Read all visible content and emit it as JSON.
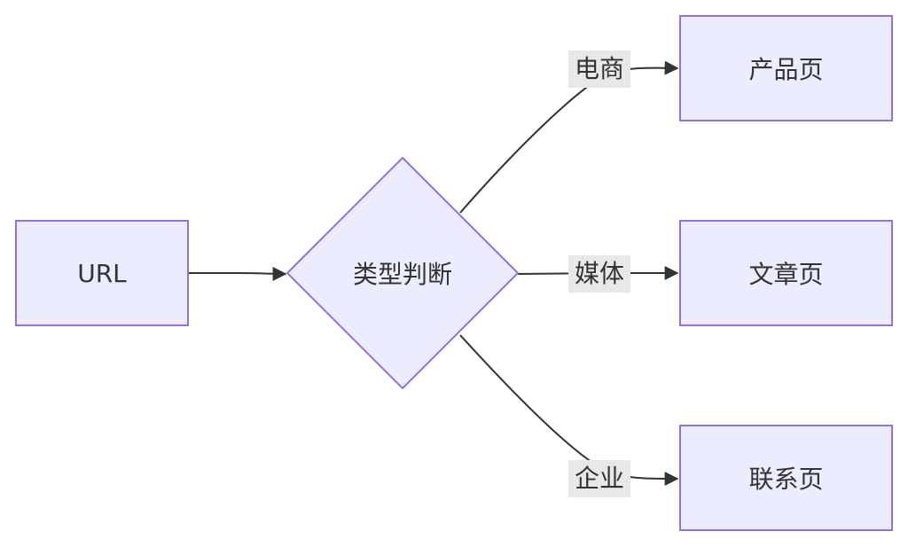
{
  "diagram": {
    "nodes": {
      "url": {
        "label": "URL"
      },
      "decision": {
        "label": "类型判断"
      },
      "product": {
        "label": "产品页"
      },
      "article": {
        "label": "文章页"
      },
      "contact": {
        "label": "联系页"
      }
    },
    "edges": {
      "url_to_decision": {
        "from": "url",
        "to": "decision",
        "label": ""
      },
      "ecommerce": {
        "from": "decision",
        "to": "product",
        "label": "电商"
      },
      "media": {
        "from": "decision",
        "to": "article",
        "label": "媒体"
      },
      "enterprise": {
        "from": "decision",
        "to": "contact",
        "label": "企业"
      }
    },
    "colors": {
      "node_fill": "#ececff",
      "node_stroke": "#9370db",
      "edge_stroke": "#333333",
      "edge_label_bg": "#e8e8e8",
      "text": "#333333"
    }
  }
}
